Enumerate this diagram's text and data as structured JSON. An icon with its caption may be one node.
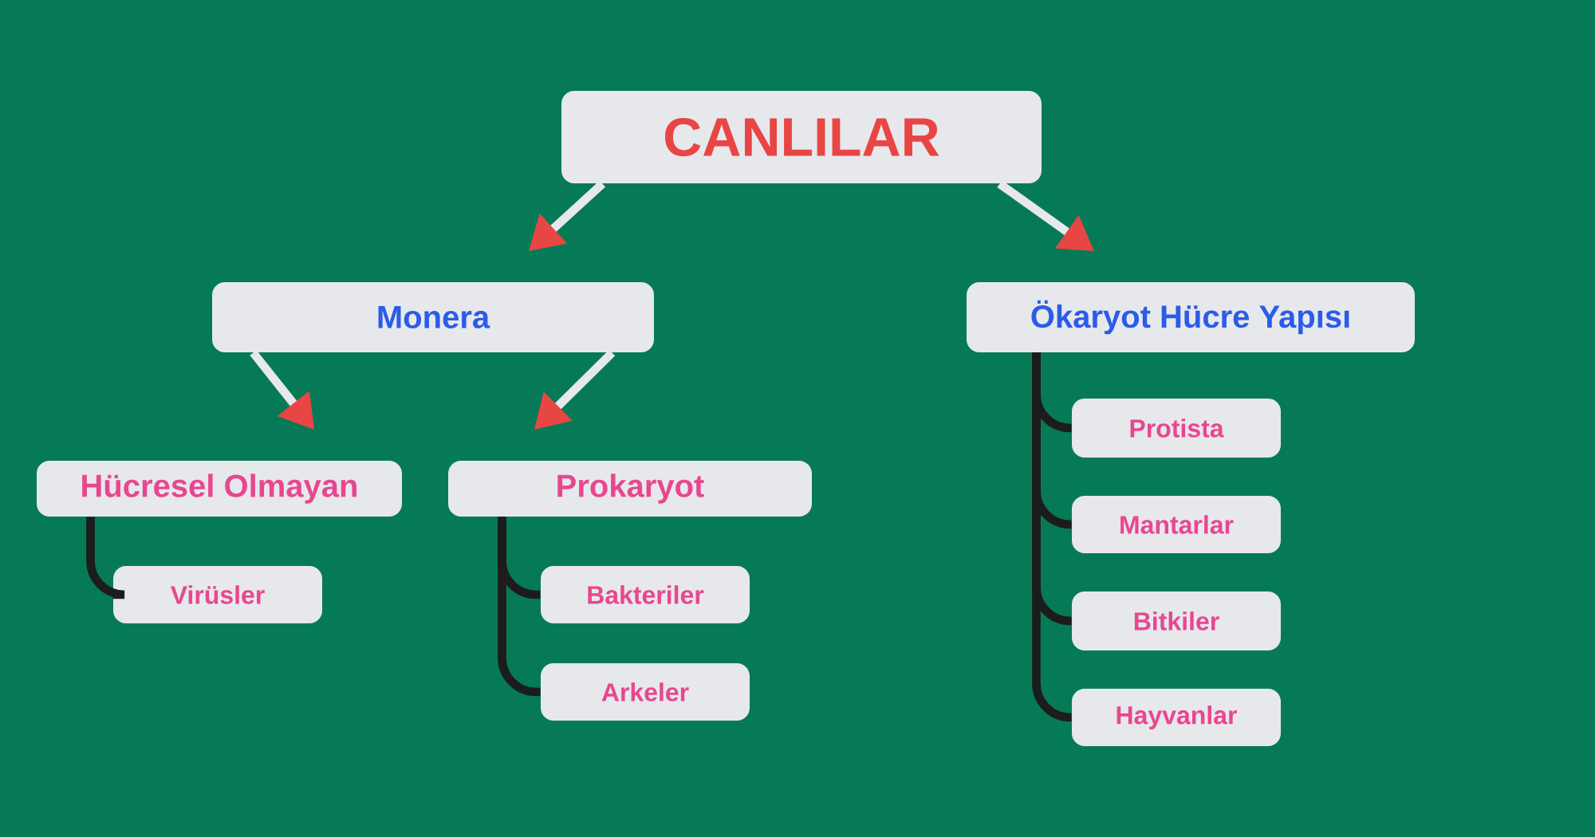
{
  "diagram": {
    "nodes": [
      {
        "text": [
          "CANLILAR"
        ]
      },
      {
        "text": [
          "Monera"
        ]
      },
      {
        "text": [
          "Ökaryot Hücre Yapısı"
        ]
      },
      {
        "text": [
          "Hücresel Olmayan"
        ]
      },
      {
        "text": [
          "Prokaryot"
        ]
      },
      {
        "text": [
          "Virüsler"
        ]
      },
      {
        "text": [
          "Bakteriler"
        ]
      },
      {
        "text": [
          "Arkeler"
        ]
      },
      {
        "text": [
          "Protista"
        ]
      },
      {
        "text": [
          "Mantarlar"
        ]
      },
      {
        "text": [
          "Bitkiler"
        ]
      },
      {
        "text": [
          "Hayvanlar"
        ]
      }
    ],
    "edges": [
      {
        "from": 0,
        "to": 1,
        "arrow": "to",
        "color": "#e7e8ec"
      },
      {
        "from": 0,
        "to": 2,
        "arrow": "to",
        "color": "#e7e8ec"
      },
      {
        "from": 1,
        "to": 3,
        "arrow": "to",
        "color": "#e7e8ec"
      },
      {
        "from": 1,
        "to": 4,
        "arrow": "to",
        "color": "#e7e8ec"
      },
      {
        "from": 3,
        "to": 5,
        "arrow": "none"
      },
      {
        "from": 4,
        "to": 6,
        "arrow": "none"
      },
      {
        "from": 4,
        "to": 7,
        "arrow": "none"
      },
      {
        "from": 2,
        "to": 8,
        "arrow": "none"
      },
      {
        "from": 2,
        "to": 9,
        "arrow": "none"
      },
      {
        "from": 2,
        "to": 10,
        "arrow": "none"
      },
      {
        "from": 2,
        "to": 11,
        "arrow": "none"
      }
    ]
  }
}
